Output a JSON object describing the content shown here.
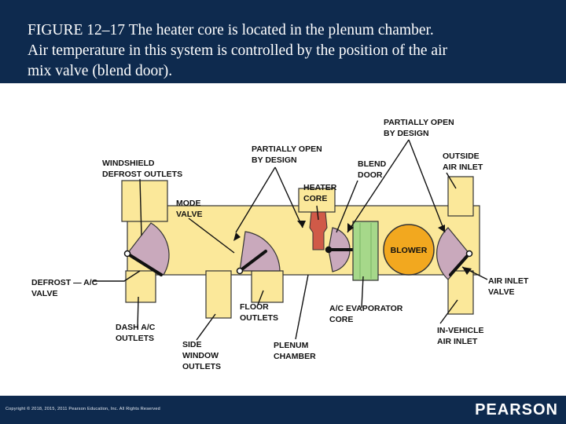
{
  "caption": "FIGURE 12–17  The heater core is located in the plenum chamber.\nAir temperature in this system is controlled by the position of the air\nmix valve (blend door).",
  "labels": {
    "windshield": [
      "WINDSHIELD",
      "DEFROST OUTLETS"
    ],
    "mode": [
      "MODE",
      "VALVE"
    ],
    "defrost": [
      "DEFROST — A/C",
      "VALVE"
    ],
    "dash": [
      "DASH A/C",
      "OUTLETS"
    ],
    "side": [
      "SIDE",
      "WINDOW",
      "OUTLETS"
    ],
    "floor": [
      "FLOOR",
      "OUTLETS"
    ],
    "plenum": [
      "PLENUM",
      "CHAMBER"
    ],
    "partial_left": [
      "PARTIALLY OPEN",
      "BY DESIGN"
    ],
    "heater": [
      "HEATER",
      "CORE"
    ],
    "blend": [
      "BLEND",
      "DOOR"
    ],
    "partial_right": [
      "PARTIALLY OPEN",
      "BY DESIGN"
    ],
    "outside": [
      "OUTSIDE",
      "AIR INLET"
    ],
    "evaporator": [
      "A/C EVAPORATOR",
      "CORE"
    ],
    "blower": "BLOWER",
    "airinlet": [
      "AIR INLET",
      "VALVE"
    ],
    "invehicle": [
      "IN-VEHICLE",
      "AIR INLET"
    ]
  },
  "colors": {
    "header_bg": "#0e2a4e",
    "duct": "#fbe89a",
    "valve": "#c9a9bc",
    "heater": "#d05a48",
    "evaporator": "#a6d88a",
    "blower": "#f2a81f"
  },
  "footer": {
    "copyright": "Copyright © 2018, 2015, 2011 Pearson Education, Inc. All Rights Reserved",
    "brand": "PEARSON"
  }
}
